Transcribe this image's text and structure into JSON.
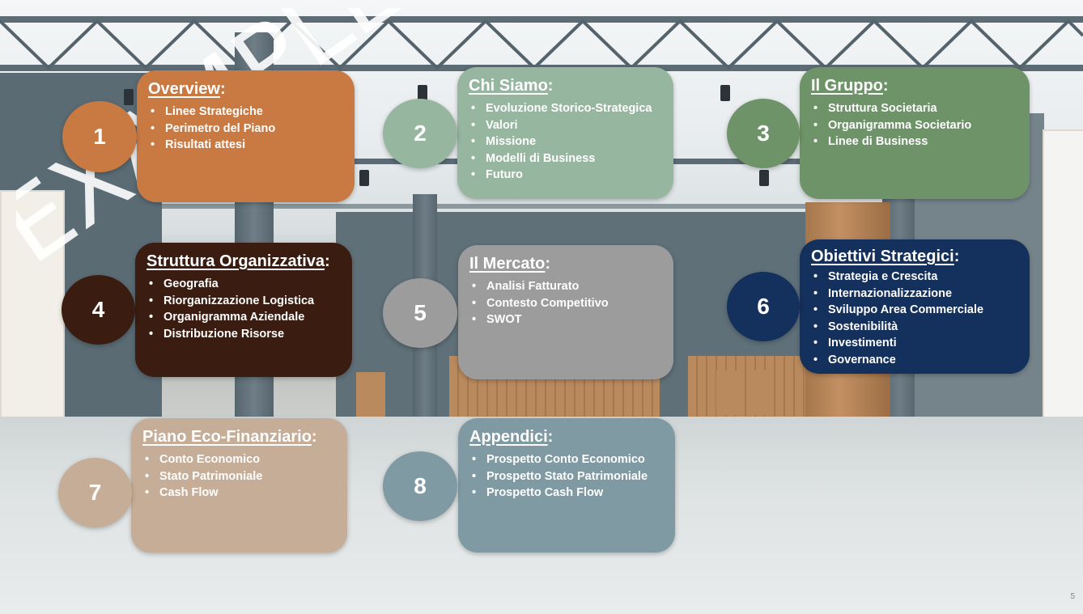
{
  "watermark": "EXAMPLE",
  "page_number": "5",
  "colors": {
    "overview": "#c97a43",
    "chi_siamo": "#97b6a0",
    "gruppo": "#6f9369",
    "struttura": "#3a1c10",
    "mercato": "#9c9c9c",
    "obiettivi": "#14305c",
    "piano": "#c6ad97",
    "appendici": "#7f9aa3"
  },
  "sections": [
    {
      "number": "1",
      "title": "Overview",
      "items": [
        "Linee Strategiche",
        "Perimetro del Piano",
        "Risultati attesi"
      ]
    },
    {
      "number": "2",
      "title": "Chi Siamo",
      "items": [
        "Evoluzione Storico-Strategica",
        "Valori",
        "Missione",
        "Modelli di Business",
        "Futuro"
      ]
    },
    {
      "number": "3",
      "title": "Il Gruppo",
      "items": [
        "Struttura Societaria",
        "Organigramma Societario",
        "Linee di Business"
      ]
    },
    {
      "number": "4",
      "title": "Struttura Organizzativa",
      "items": [
        "Geografia",
        "Riorganizzazione Logistica",
        "Organigramma Aziendale",
        "Distribuzione Risorse"
      ]
    },
    {
      "number": "5",
      "title": "Il Mercato",
      "items": [
        "Analisi Fatturato",
        "Contesto Competitivo",
        "SWOT"
      ]
    },
    {
      "number": "6",
      "title": "Obiettivi Strategici",
      "items": [
        "Strategia e Crescita",
        "Internazionalizzazione",
        "Sviluppo Area Commerciale",
        "Sostenibilità",
        "Investimenti",
        "Governance"
      ]
    },
    {
      "number": "7",
      "title": "Piano Eco-Finanziario",
      "items": [
        "Conto Economico",
        "Stato Patrimoniale",
        "Cash Flow"
      ]
    },
    {
      "number": "8",
      "title": "Appendici",
      "items": [
        "Prospetto Conto Economico",
        "Prospetto Stato Patrimoniale",
        "Prospetto Cash Flow"
      ]
    }
  ]
}
